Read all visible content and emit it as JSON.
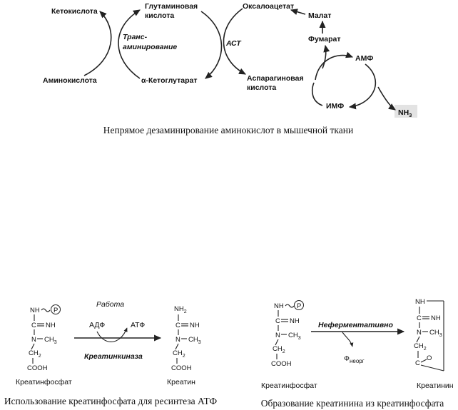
{
  "top": {
    "ketoacid": "Кетокислота",
    "amino_acid": "Аминокислота",
    "glutamic": [
      "Глутаминовая",
      "кислота"
    ],
    "alpha_kg": "α-Кетоглутарат",
    "transamination": [
      "Транс-",
      "аминирование"
    ],
    "ast": "АСТ",
    "oxaloacetate": "Оксалоацетат",
    "aspartic": [
      "Аспарагиновая",
      "кислота"
    ],
    "malate": "Малат",
    "fumarate": "Фумарат",
    "amp": "АМФ",
    "imp": "ИМФ",
    "nh3_main": "NH",
    "nh3_sub": "3",
    "caption": "Непрямое дезаминирование аминокислот в мышечной ткани"
  },
  "bottom_left": {
    "work": "Работа",
    "adp": "АДФ",
    "atp": "АТФ",
    "enzyme": "Креатинкиназа",
    "cp_label": "Креатинфосфат",
    "creatine_label": "Креатин",
    "caption": "Использование креатинфосфата для ресинтеза АТФ"
  },
  "bottom_right": {
    "nonenzymatic": "Неферментативно",
    "pi_main": "Ф",
    "pi_sub": "неорг",
    "cp_label": "Креатинфосфат",
    "creatinine_label": "Креатинин",
    "caption": "Образование креатинина из креатинфосфата"
  },
  "structures": {
    "nh": "NH",
    "p": "P",
    "c": "C",
    "n": "N",
    "eq_nh": "NH",
    "ch3": "CH",
    "ch3_sub": "3",
    "ch2": "CH",
    "ch2_sub": "2",
    "cooh": "COOH",
    "nh2": "NH",
    "nh2_sub": "2",
    "o": "O"
  }
}
